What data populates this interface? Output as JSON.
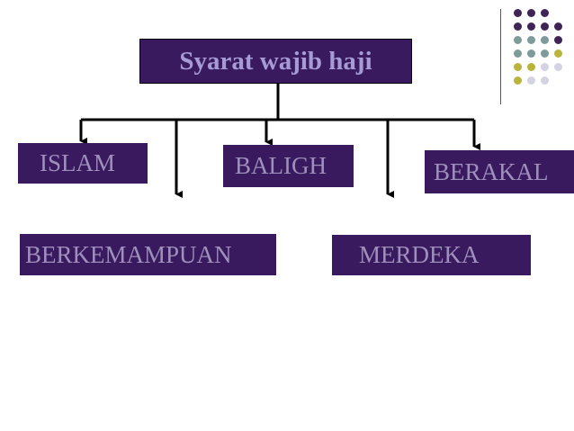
{
  "diagram": {
    "root": "Syarat wajib haji",
    "nodes": [
      "ISLAM",
      "BERKEMAMPUAN",
      "BALIGH",
      "MERDEKA",
      "BERAKAL"
    ]
  },
  "colors": {
    "box_fill": "#3a1a5e",
    "box_text": "#9f8fbd",
    "title_text": "#a79bd6",
    "connector": "#000000",
    "deco_purple": "#3f2456",
    "deco_teal": "#7d9b9b",
    "deco_olive": "#b8b43c",
    "deco_lavender": "#d3d3e3"
  }
}
